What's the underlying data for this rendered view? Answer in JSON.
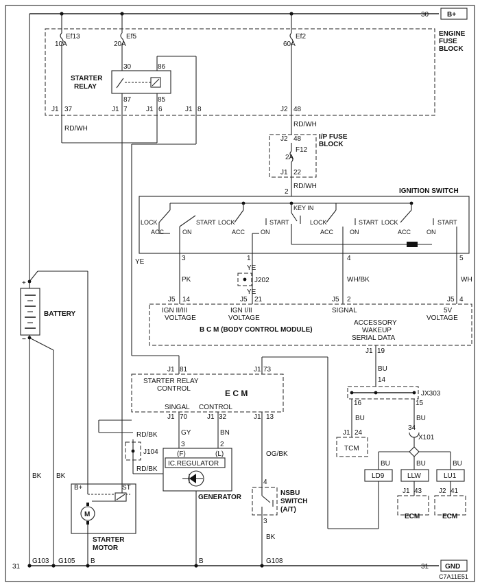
{
  "power": {
    "left_num": "30",
    "label": "B+"
  },
  "ground": {
    "left_num": "31",
    "right_num": "31",
    "label": "GND"
  },
  "engine_fuse_block": {
    "title_line1": "ENGINE",
    "title_line2": "FUSE",
    "title_line3": "BLOCK"
  },
  "fuses": {
    "ef13": {
      "name": "Ef13",
      "rating": "10A"
    },
    "ef5": {
      "name": "Ef5",
      "rating": "20A"
    },
    "ef2": {
      "name": "Ef2",
      "rating": "60A"
    },
    "f12": {
      "name": "F12",
      "rating": "2A"
    }
  },
  "starter_relay": {
    "line1": "STARTER",
    "line2": "RELAY",
    "pin30": "30",
    "pin86": "86",
    "pin87": "87",
    "pin85": "85"
  },
  "efb_connectors": {
    "c1": "J1",
    "p1": "37",
    "c2": "J1",
    "p2": "7",
    "c3": "J1",
    "p3": "6",
    "c4": "J1",
    "p4": "8",
    "c5": "J2",
    "p5": "48"
  },
  "wire_colors": {
    "rdwh1": "RD/WH",
    "rdwh2": "RD/WH",
    "rdwh3": "RD/WH",
    "ye1": "YE",
    "ye2": "YE",
    "ye3": "YE",
    "pk": "PK",
    "whbk": "WH/BK",
    "wh": "WH",
    "gy": "GY",
    "bn": "BN",
    "ogbk": "OG/BK",
    "rdbk1": "RD/BK",
    "rdbk2": "RD/BK",
    "bk1": "BK",
    "bk2": "BK",
    "bk3": "BK",
    "bu1": "BU",
    "bu2": "BU",
    "bu3": "BU",
    "bu4": "BU",
    "bu5": "BU"
  },
  "ip_fuse_block": {
    "line1": "I/P FUSE",
    "line2": "BLOCK",
    "j2": "J2",
    "p48": "48",
    "j1": "J1",
    "p22": "22",
    "out_pin": "2"
  },
  "ignition_switch": {
    "title": "IGNITION SWITCH",
    "key_in": "KEY IN",
    "lock": "LOCK",
    "acc": "ACC",
    "on": "ON",
    "start": "START",
    "pin3": "3",
    "pin1": "1",
    "pin4": "4",
    "pin5": "5"
  },
  "j202": "J202",
  "bcm": {
    "title": "B C M (BODY CONTROL MODULE)",
    "c1": "J5",
    "p1": "14",
    "c2": "J5",
    "p2": "21",
    "c3": "J5",
    "p3": "2",
    "c4": "J5",
    "p4": "4",
    "lbl1a": "IGN II/III",
    "lbl1b": "VOLTAGE",
    "lbl2a": "IGN I/II",
    "lbl2b": "VOLTAGE",
    "lbl3": "SIGNAL",
    "lbl4a": "5V",
    "lbl4b": "VOLTAGE",
    "acc1": "ACCESSORY",
    "acc2": "WAKEUP",
    "acc3": "SERIAL DATA",
    "out_c": "J1",
    "out_p": "19"
  },
  "ecm": {
    "title": "E C M",
    "ctrl1": "STARTER RELAY",
    "ctrl2": "CONTROL",
    "c81": "J1",
    "p81": "81",
    "c73": "J1",
    "p73": "73",
    "singal": "SINGAL",
    "control": "CONTROL",
    "c70": "J1",
    "p70": "70",
    "c32": "J1",
    "p32": "32",
    "c13": "J1",
    "p13": "13"
  },
  "battery": {
    "label": "BATTERY",
    "plus": "+",
    "minus": "−"
  },
  "j104": "J104",
  "generator": {
    "label": "GENERATOR",
    "regulator": "IC.REGULATOR",
    "pinF": "(F)",
    "pinL": "(L)",
    "p3": "3",
    "p2": "2"
  },
  "starter_motor": {
    "line1": "STARTER",
    "line2": "MOTOR",
    "bplus": "B+",
    "st": "ST",
    "m": "M"
  },
  "nsbu": {
    "line1": "NSBU",
    "line2": "SWITCH",
    "line3": "(A/T)",
    "p4": "4",
    "p3": "3"
  },
  "jx303": {
    "label": "JX303",
    "p14": "14",
    "p16": "16",
    "p15": "15"
  },
  "tcm": {
    "label": "TCM",
    "c": "J1",
    "p": "24"
  },
  "x101": {
    "label": "X101",
    "p": "34"
  },
  "ld9": "LD9",
  "llw": "LLW",
  "lu1": "LU1",
  "ecm2": {
    "label": "ECM",
    "c": "J1",
    "p": "43"
  },
  "ecm3": {
    "label": "ECM",
    "c": "J2",
    "p": "41"
  },
  "grounds": {
    "g103": "G103",
    "g105": "G105",
    "g108": "G108",
    "b1": "B",
    "b2": "B"
  },
  "diagram_id": "C7A11E51"
}
